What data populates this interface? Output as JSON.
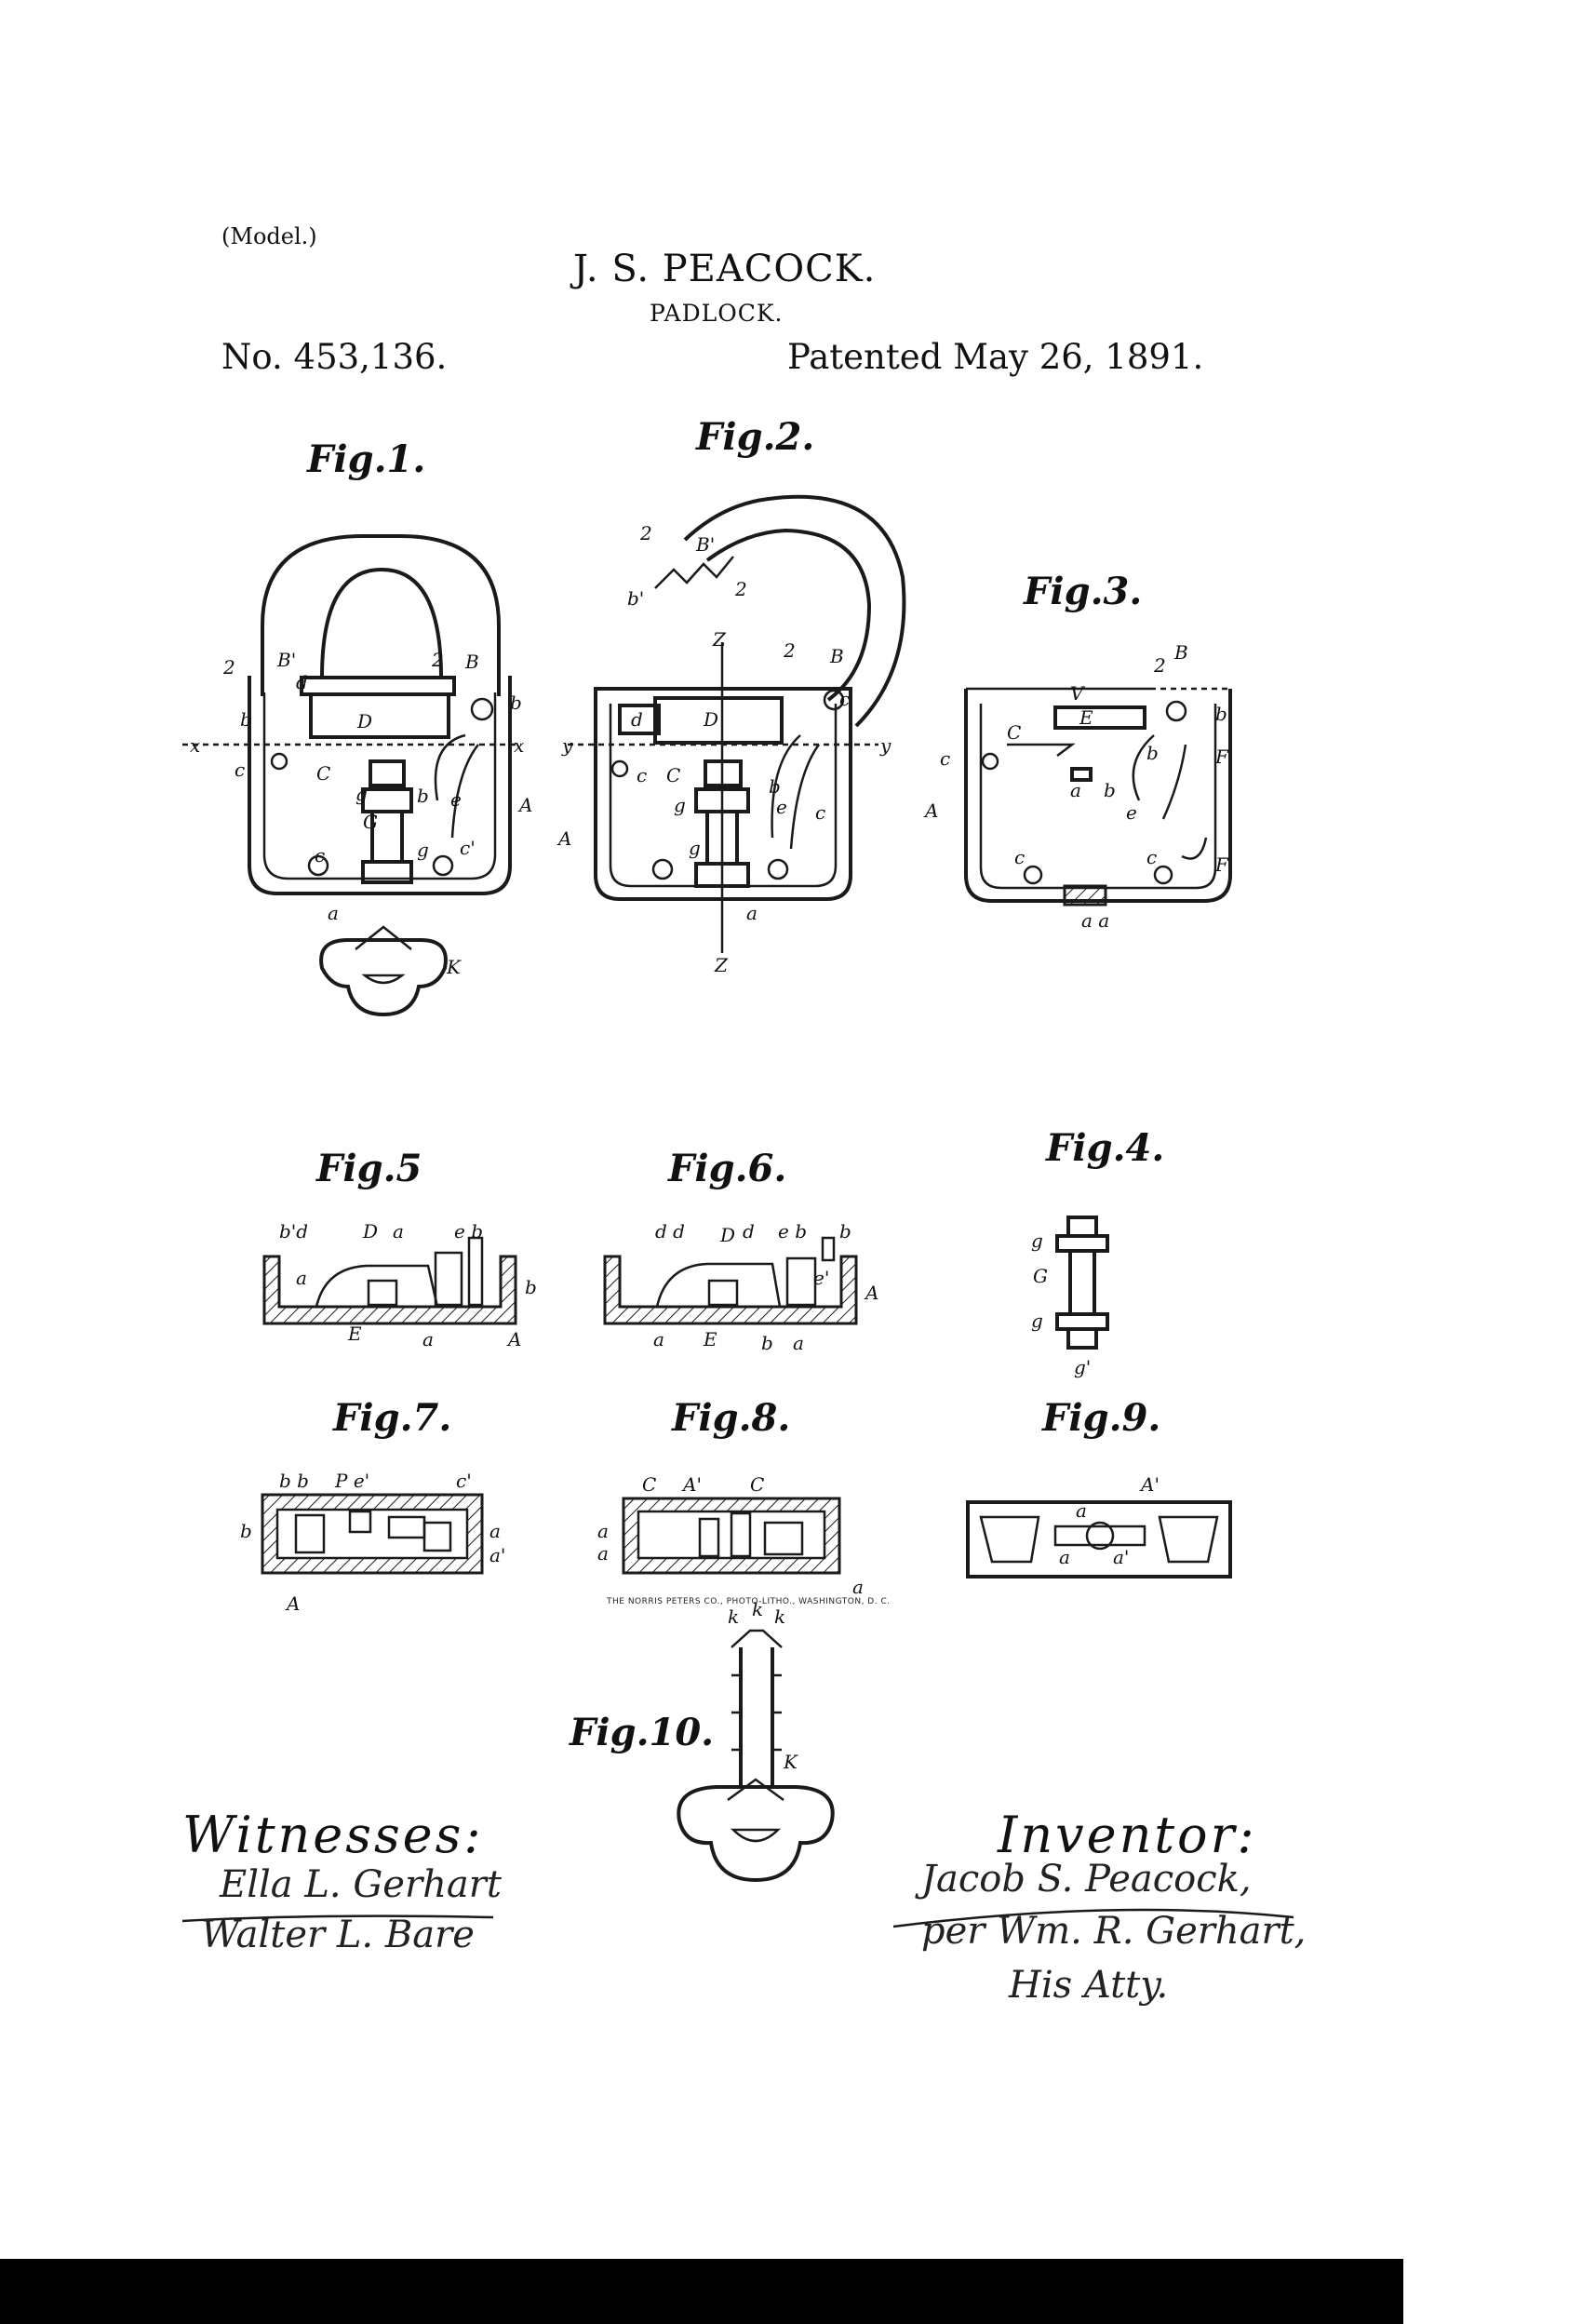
{
  "header": {
    "model": "(Model.)",
    "inventor": "J. S. PEACOCK.",
    "title": "PADLOCK.",
    "patent_number": "No. 453,136.",
    "patent_date": "Patented May 26, 1891."
  },
  "figures": {
    "fig1": "Fig.1.",
    "fig2": "Fig.2.",
    "fig3": "Fig.3.",
    "fig4": "Fig.4.",
    "fig5": "Fig.5",
    "fig6": "Fig.6.",
    "fig7": "Fig.7.",
    "fig8": "Fig.8.",
    "fig9": "Fig.9.",
    "fig10": "Fig.10."
  },
  "witnesses": {
    "heading": "Witnesses:",
    "names": [
      "Ella L. Gerhart",
      "Walter L. Bare"
    ]
  },
  "inventor_block": {
    "heading": "Inventor:",
    "signature": "Jacob S. Peacock,",
    "by": "per Wm. R. Gerhart,",
    "role": "His Atty."
  },
  "footer": "THE NORRIS PETERS CO., PHOTO-LITHO., WASHINGTON, D. C."
}
